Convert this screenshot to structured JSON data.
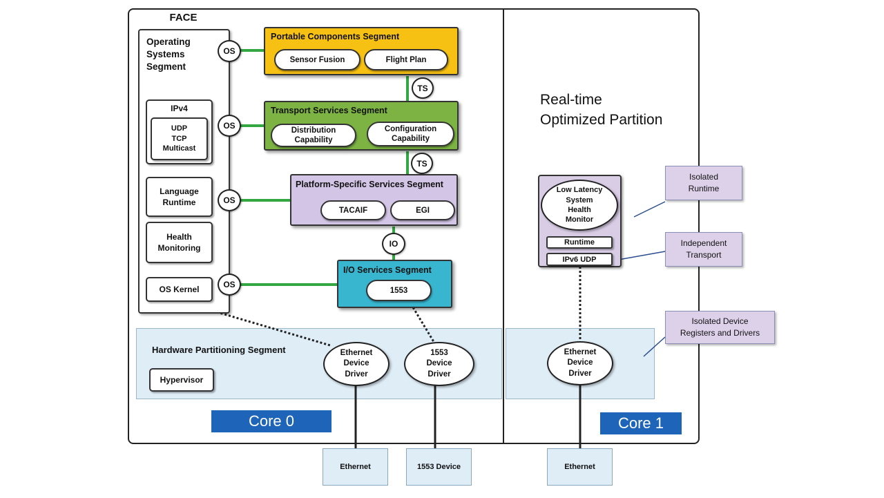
{
  "face_label": "FACE",
  "os_segment": {
    "title": "Operating\nSystems\nSegment",
    "ipv4_group": {
      "title": "IPv4",
      "inner": "UDP\nTCP\nMulticast"
    },
    "language_runtime": "Language\nRuntime",
    "health_monitoring": "Health\nMonitoring",
    "os_kernel": "OS Kernel"
  },
  "portable_segment": {
    "title": "Portable Components Segment",
    "items": [
      "Sensor Fusion",
      "Flight Plan"
    ],
    "color": "#f7c114"
  },
  "transport_segment": {
    "title": "Transport Services Segment",
    "items": [
      "Distribution\nCapability",
      "Configuration\nCapability"
    ],
    "color": "#7cb342"
  },
  "platform_segment": {
    "title": "Platform-Specific Services Segment",
    "items": [
      "TACAIF",
      "EGI"
    ],
    "color": "#d3c5e6"
  },
  "io_segment": {
    "title": "I/O Services Segment",
    "items": [
      "1553"
    ],
    "color": "#38b6cf"
  },
  "interface_badges": {
    "os": "OS",
    "ts": "TS",
    "io": "IO"
  },
  "hardware_segment": {
    "title": "Hardware Partitioning Segment",
    "hypervisor": "Hypervisor",
    "drivers": [
      "Ethernet\nDevice\nDriver",
      "1553\nDevice\nDriver"
    ],
    "rt_driver": "Ethernet\nDevice\nDriver"
  },
  "cores": [
    "Core 0",
    "Core 1"
  ],
  "rt_partition": {
    "title": "Real-time\nOptimized Partition",
    "health_monitor": "Low Latency\nSystem\nHealth\nMonitor",
    "runtime": "Runtime",
    "transport": "IPv6 UDP"
  },
  "callouts": {
    "isolated_runtime": "Isolated\nRuntime",
    "independent_transport": "Independent\nTransport",
    "isolated_drivers": "Isolated Device\nRegisters and Drivers"
  },
  "devices": [
    "Ethernet",
    "1553 Device",
    "Ethernet"
  ],
  "colors": {
    "link_green": "#33a842",
    "core_blue": "#1e65b9",
    "callout_lavender": "#ddd1ea",
    "hw_blue": "#dfedf7"
  }
}
